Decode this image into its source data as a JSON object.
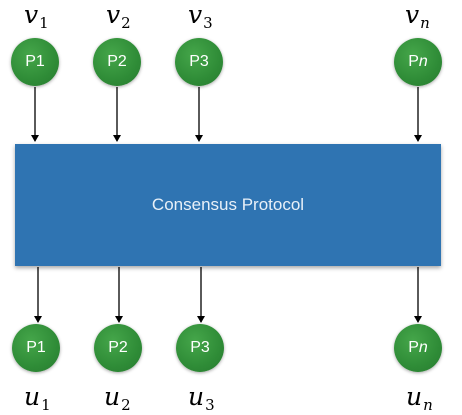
{
  "inputs": [
    {
      "var": "v",
      "sub": "1"
    },
    {
      "var": "v",
      "sub": "2"
    },
    {
      "var": "v",
      "sub": "3"
    },
    {
      "var": "v",
      "sub": "n"
    }
  ],
  "outputs": [
    {
      "var": "u",
      "sub": "1"
    },
    {
      "var": "u",
      "sub": "2"
    },
    {
      "var": "u",
      "sub": "3"
    },
    {
      "var": "u",
      "sub": "n"
    }
  ],
  "processes": [
    {
      "prefix": "P",
      "suffix": "1"
    },
    {
      "prefix": "P",
      "suffix": "2"
    },
    {
      "prefix": "P",
      "suffix": "3"
    },
    {
      "prefix": "P",
      "suffix": "n"
    }
  ],
  "protocol_label": "Consensus Protocol",
  "colors": {
    "node_fill": "#2f8c37",
    "protocol_fill": "#2f74b2",
    "arrow": "#000000"
  }
}
